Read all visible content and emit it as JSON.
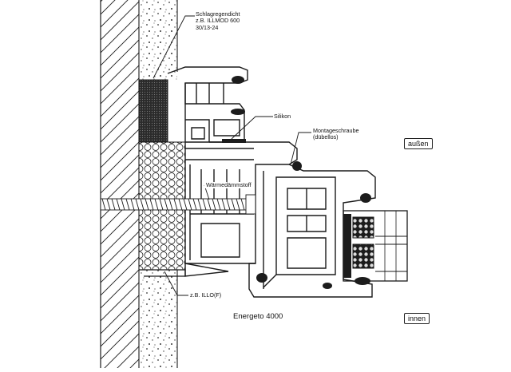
{
  "labels": {
    "seal": [
      "Schlagregendicht",
      "z.B. ILLMOD 600",
      "30/13-24"
    ],
    "silicone": "Silikon",
    "screw": [
      "Montageschraube",
      "(dübellos)"
    ],
    "insulation": "Wärmedämmstoff",
    "tape": "z.B. ILLO(F)",
    "product": "Energeto 4000",
    "outside": "außen",
    "inside": "innen"
  },
  "colors": {
    "line": "#1a1a1a",
    "background": "#ffffff",
    "dark_fill": "#2a2a2a"
  }
}
